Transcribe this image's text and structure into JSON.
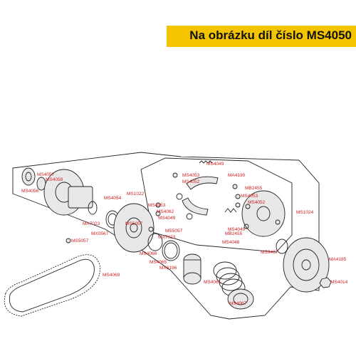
{
  "banner": {
    "text": "Na obrázku díl číslo MS4050"
  },
  "labels": [
    "MS4057",
    "MS4058",
    "MS4056",
    "MS4054",
    "MS1022",
    "MA7023",
    "MX0567",
    "MS5057",
    "MS5057",
    "MA7023",
    "MS4066",
    "MS4065",
    "MX6196",
    "MS4061",
    "MS4069",
    "MS4049",
    "MS4053",
    "MA4190",
    "MS4052",
    "MS4053",
    "MS4062",
    "MS4049",
    "MS5057",
    "MB2455",
    "MS4053",
    "MS4052",
    "MS4049",
    "MB2455",
    "MS4048",
    "MS1024",
    "MS9407",
    "MA4185",
    "MS4014",
    "MS4067"
  ],
  "colors": {
    "banner": "#f5c400",
    "labels": "#d21e1e"
  }
}
